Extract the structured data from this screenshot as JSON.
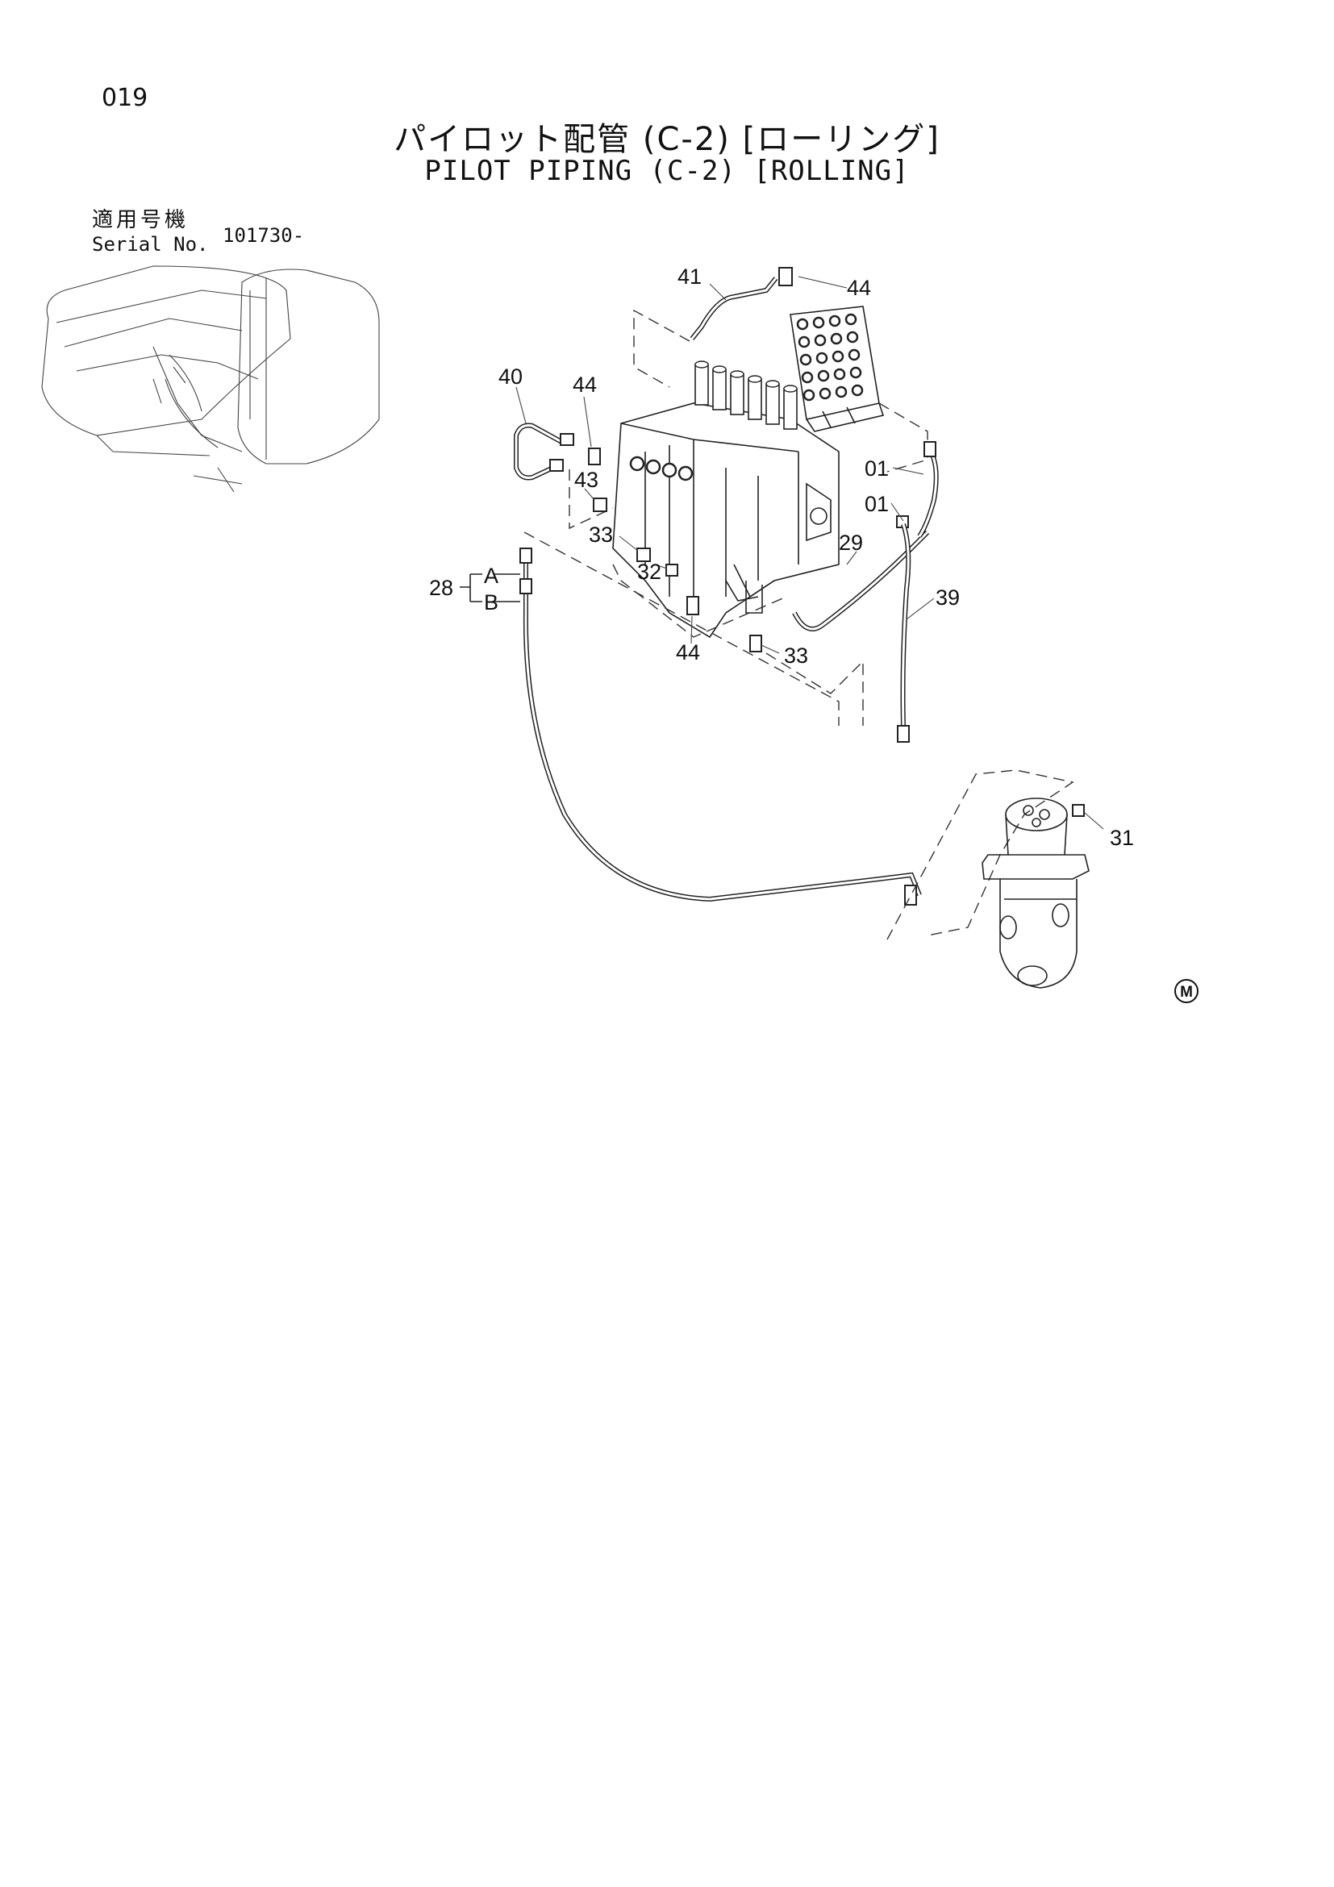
{
  "header": {
    "page_number": "019",
    "title_ja": "パイロット配管 (C-2) [ローリング]",
    "title_en": "PILOT PIPING (C-2) [ROLLING]"
  },
  "serial": {
    "label_ja": "適用号機",
    "label_en": "Serial No.",
    "value": "101730-"
  },
  "callouts": {
    "p41": "41",
    "p44_top": "44",
    "p40": "40",
    "p44_mid": "44",
    "p43": "43",
    "p01_a": "01",
    "p01_b": "01",
    "p29": "29",
    "p33_left": "33",
    "p32": "32",
    "p28": "28",
    "p28_a": "A",
    "p28_b": "B",
    "p44_bottom": "44",
    "p33_right": "33",
    "p39": "39",
    "p31": "31"
  },
  "mark": "M"
}
